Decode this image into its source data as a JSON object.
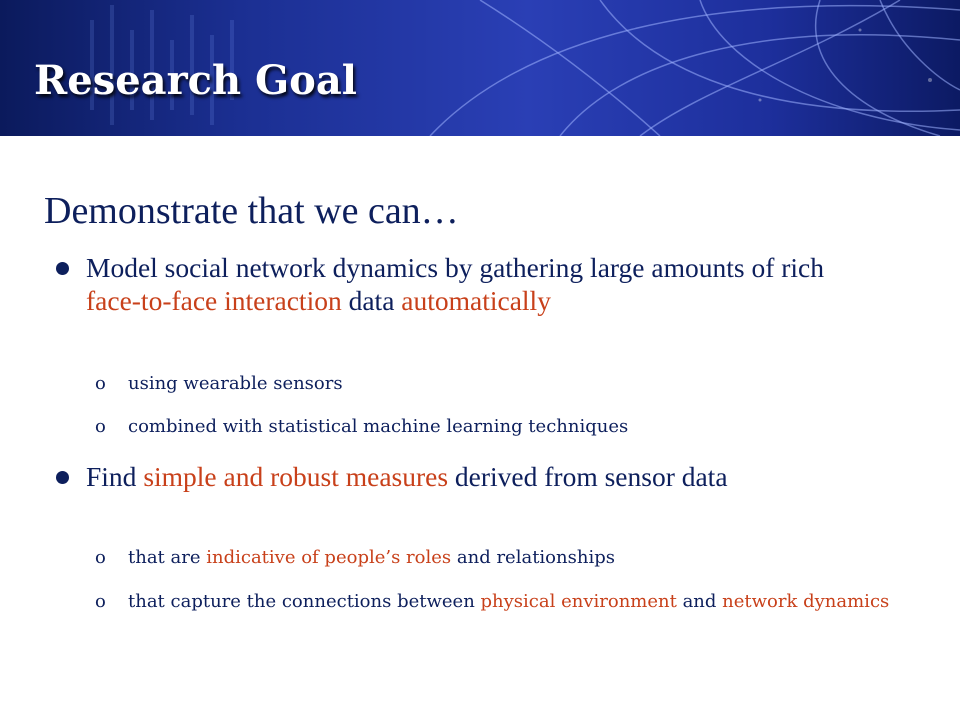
{
  "title": "Research Goal",
  "heading": "Demonstrate that we can…",
  "bullets": [
    {
      "parts": [
        "Model social network dynamics by gathering large amounts of rich ",
        "face-to-face interaction",
        " data ",
        "automatically"
      ],
      "subitems": [
        {
          "parts": [
            "using wearable sensors"
          ]
        },
        {
          "parts": [
            "combined with statistical machine learning techniques"
          ]
        }
      ]
    },
    {
      "parts": [
        "Find ",
        "simple and robust measures",
        " derived from sensor data"
      ],
      "subitems": [
        {
          "parts": [
            "that are ",
            "indicative of people’s roles",
            " and relationships"
          ]
        },
        {
          "parts": [
            "that capture the connections between ",
            "physical environment",
            " and ",
            "network dynamics"
          ]
        }
      ]
    }
  ],
  "sub_marker": "o",
  "colors": {
    "text": "#0d1f5c",
    "highlight": "#c8401a",
    "banner": "#1b2f92"
  }
}
